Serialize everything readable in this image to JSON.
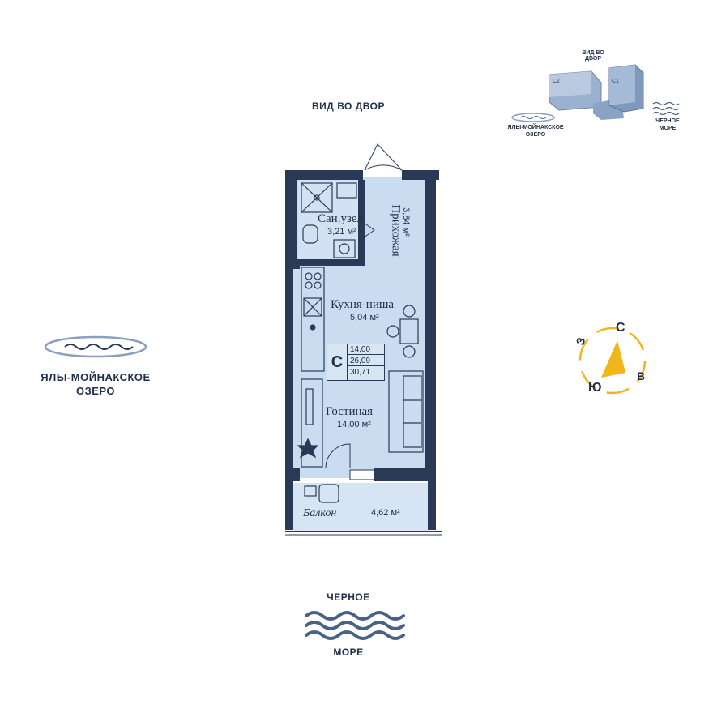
{
  "labels": {
    "view_top": "ВИД ВО ДВОР",
    "lake_line1": "ЯЛЫ-МОЙНАКСКОЕ",
    "lake_line2": "ОЗЕРО",
    "sea_top": "ЧЕРНОЕ",
    "sea_bottom": "МОРЕ"
  },
  "minimap": {
    "view": "ВИД ВО\nДВОР",
    "building_c2": "С2",
    "building_c1": "С1",
    "lake_line1": "ЯЛЫ-МОЙНАКСКОЕ",
    "lake_line2": "ОЗЕРО",
    "sea_line1": "ЧЕРНОЕ",
    "sea_line2": "МОРЕ"
  },
  "compass": {
    "north": "С",
    "east": "В",
    "south": "Ю",
    "west": "З",
    "accent": "#f2b61d"
  },
  "rooms": {
    "bathroom_name": "Сан.узел",
    "bathroom_area": "3,21 м²",
    "hallway_name": "Прихожая",
    "hallway_area": "3,84 м²",
    "kitchen_name": "Кухня-ниша",
    "kitchen_area": "5,04 м²",
    "living_name": "Гостиная",
    "living_area": "14,00 м²",
    "balcony_name": "Балкон",
    "balcony_area": "4,62 м²"
  },
  "apartment_badge": {
    "type": "С",
    "living_area": "14,00",
    "total_area": "26,09",
    "total_with_balcony": "30,71"
  },
  "colors": {
    "wall": "#2a3a56",
    "floor": "#c9dcf0",
    "text": "#1f2e4a",
    "water": "#8aa0bd"
  }
}
